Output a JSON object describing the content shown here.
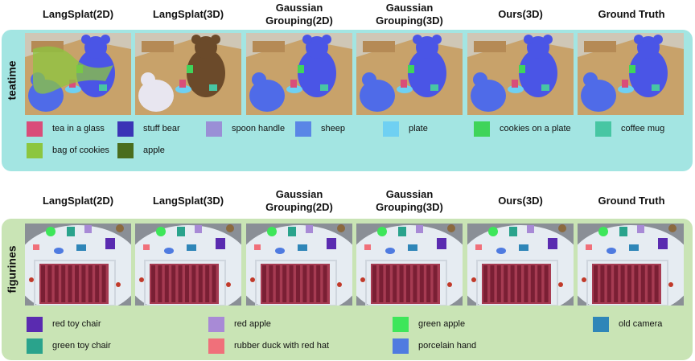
{
  "panels": [
    {
      "scene_label": "teatime",
      "column_headers": [
        "LangSplat(2D)",
        "LangSplat(3D)",
        "Gaussian\nGrouping(2D)",
        "Gaussian\nGrouping(3D)",
        "Ours(3D)",
        "Ground Truth"
      ],
      "legend": [
        {
          "label": "tea in a glass",
          "color": "#d94d7a"
        },
        {
          "label": "stuff bear",
          "color": "#3b34b6"
        },
        {
          "label": "spoon handle",
          "color": "#9a8fd6"
        },
        {
          "label": "sheep",
          "color": "#5a86e6"
        },
        {
          "label": "plate",
          "color": "#6fd0f2"
        },
        {
          "label": "cookies on a plate",
          "color": "#3fd45a"
        },
        {
          "label": "coffee mug",
          "color": "#47c6a3"
        },
        {
          "label": "bag of cookies",
          "color": "#8cc63f"
        },
        {
          "label": "apple",
          "color": "#4a6d1e"
        }
      ]
    },
    {
      "scene_label": "figurines",
      "column_headers": [
        "LangSplat(2D)",
        "LangSplat(3D)",
        "Gaussian\nGrouping(2D)",
        "Gaussian\nGrouping(3D)",
        "Ours(3D)",
        "Ground Truth"
      ],
      "legend": [
        {
          "label": "red toy chair",
          "color": "#5a2bb0"
        },
        {
          "label": "red apple",
          "color": "#a88ad6"
        },
        {
          "label": "green apple",
          "color": "#3ee65a"
        },
        {
          "label": "old camera",
          "color": "#2f86b8"
        },
        {
          "label": "green toy chair",
          "color": "#2aa38c"
        },
        {
          "label": "rubber duck with red hat",
          "color": "#f0707a"
        },
        {
          "label": "porcelain hand",
          "color": "#4f7be0"
        }
      ]
    }
  ]
}
